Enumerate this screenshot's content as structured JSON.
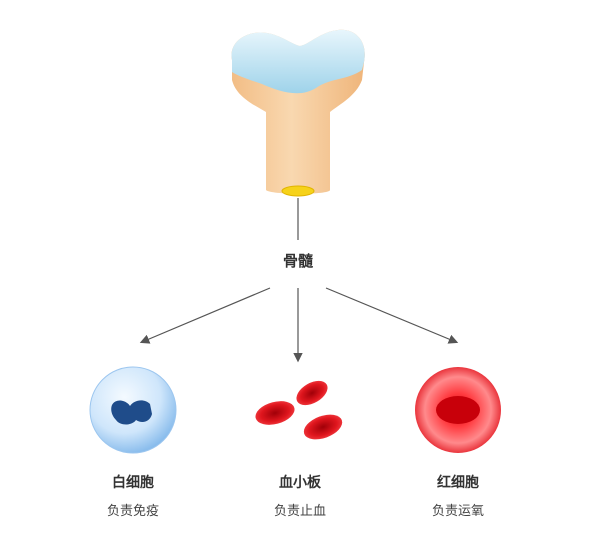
{
  "center": {
    "label": "骨髓"
  },
  "cells": [
    {
      "name": "白细胞",
      "role": "负责免疫",
      "icon": "white-blood-cell-icon"
    },
    {
      "name": "血小板",
      "role": "负责止血",
      "icon": "platelets-icon"
    },
    {
      "name": "红细胞",
      "role": "负责运氧",
      "icon": "red-blood-cell-icon"
    }
  ],
  "colors": {
    "bone": "#f5c99a",
    "cartilage": "#c9e8f5",
    "marrow": "#f6d21a",
    "arrow": "#555555",
    "white_cell": "#cfe6fb",
    "white_nucleus": "#1f4c8a",
    "platelet": "#d4161c",
    "red_cell": "#e8101a"
  }
}
